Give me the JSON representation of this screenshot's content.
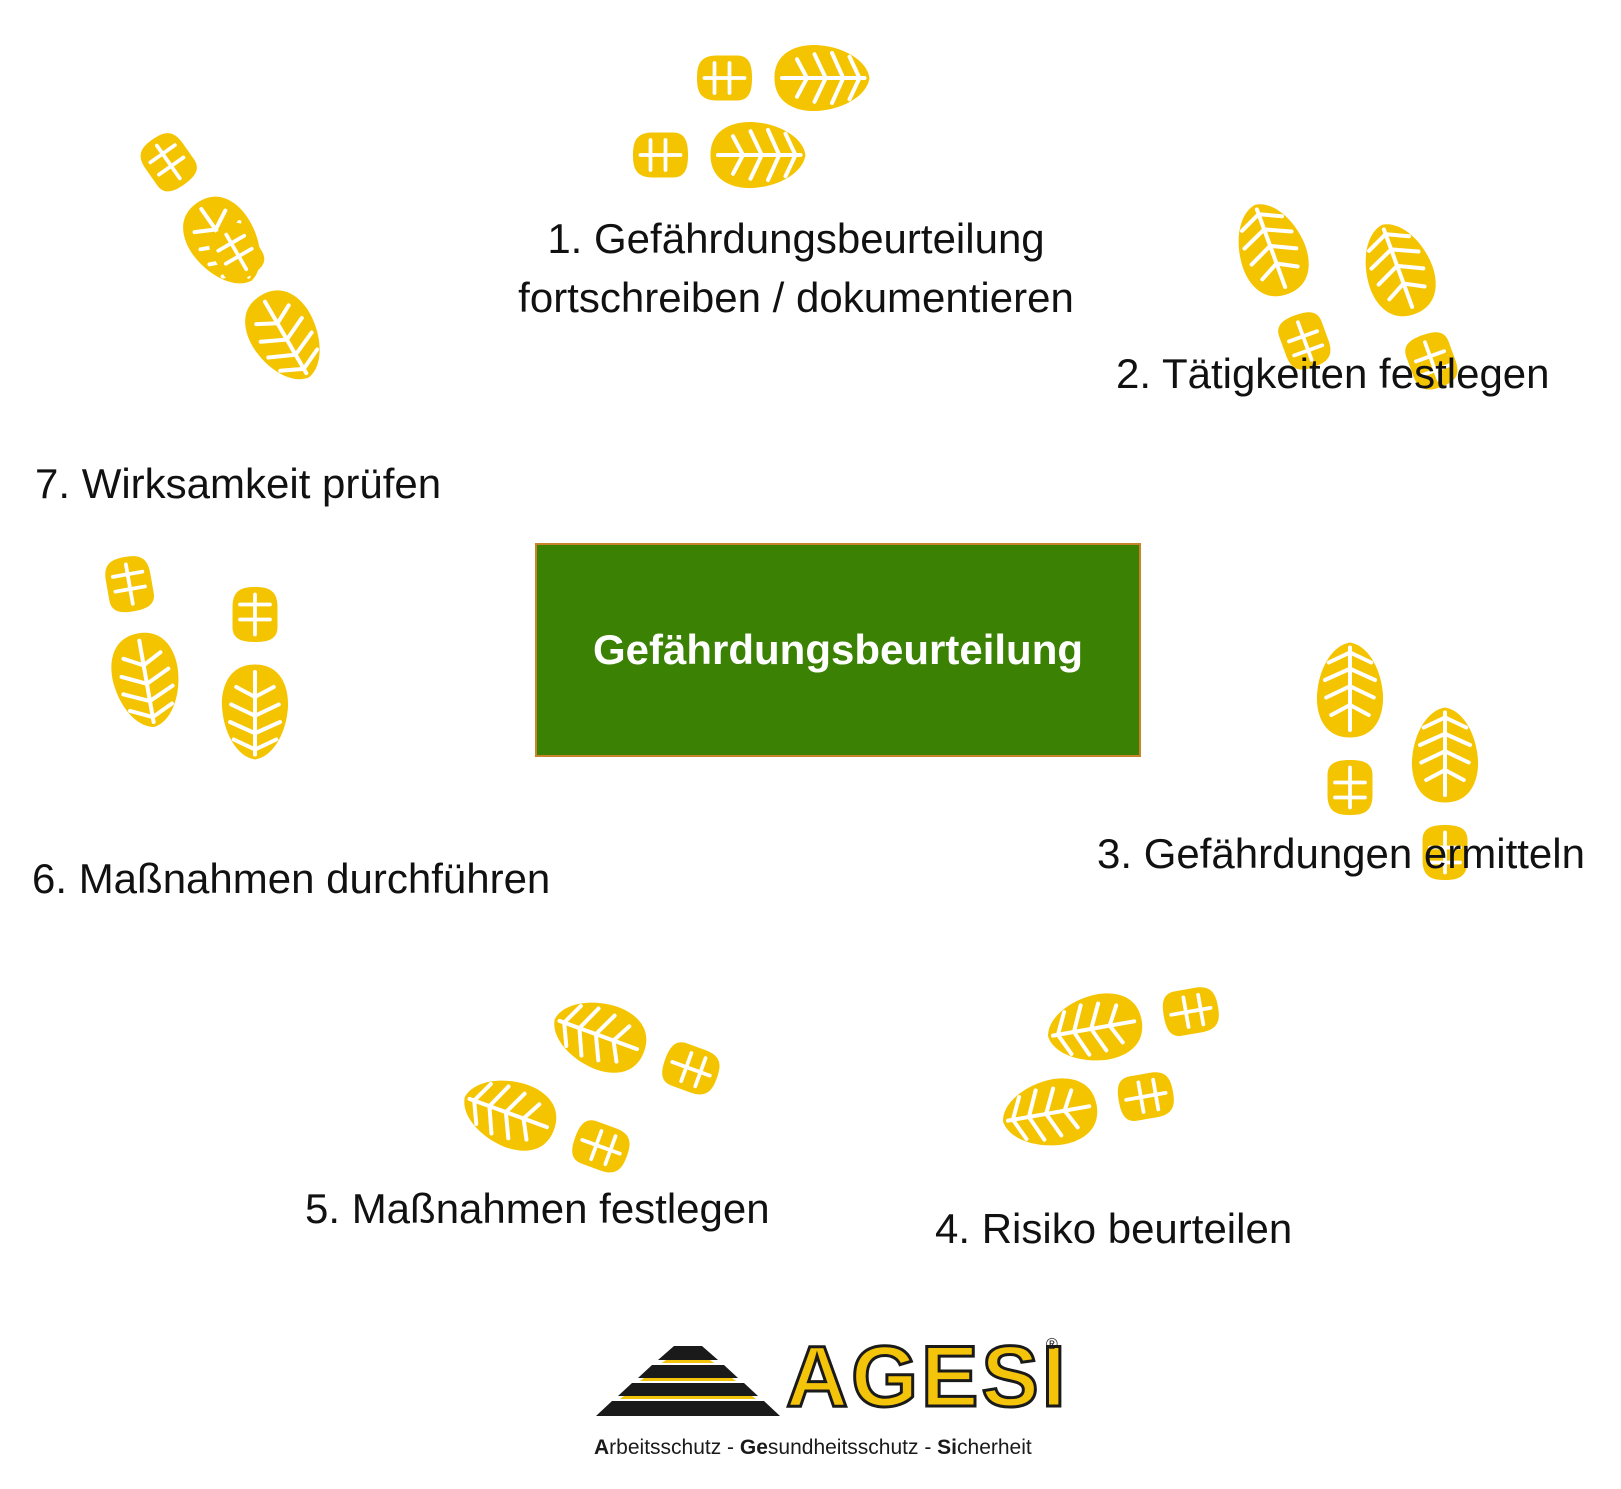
{
  "colors": {
    "footprint": "#f5c400",
    "box_fill": "#3a8104",
    "box_border": "#c9842a",
    "text": "#111111",
    "logo_gold": "#f4c40a",
    "logo_dark": "#1a1a1a"
  },
  "center": {
    "title": "Gefährdungsbeurteilung"
  },
  "steps": {
    "s1_line1": "1. Gefährdungsbeurteilung",
    "s1_line2": "fortschreiben / dokumentieren",
    "s2": "2. Tätigkeiten festlegen",
    "s3": "3. Gefährdungen ermitteln",
    "s4": "4. Risiko beurteilen",
    "s5": "5. Maßnahmen festlegen",
    "s6": "6. Maßnahmen durchführen",
    "s7": "7. Wirksamkeit prüfen"
  },
  "footprint_icon": "boot-print-icon",
  "logo": {
    "name": "AGESI",
    "registered": "®",
    "tagline_parts": [
      {
        "bold": "A",
        "rest": "rbeitsschutz - "
      },
      {
        "bold": "Ge",
        "rest": "sundheitsschutz - "
      },
      {
        "bold": "Si",
        "rest": "cherheit"
      }
    ]
  }
}
